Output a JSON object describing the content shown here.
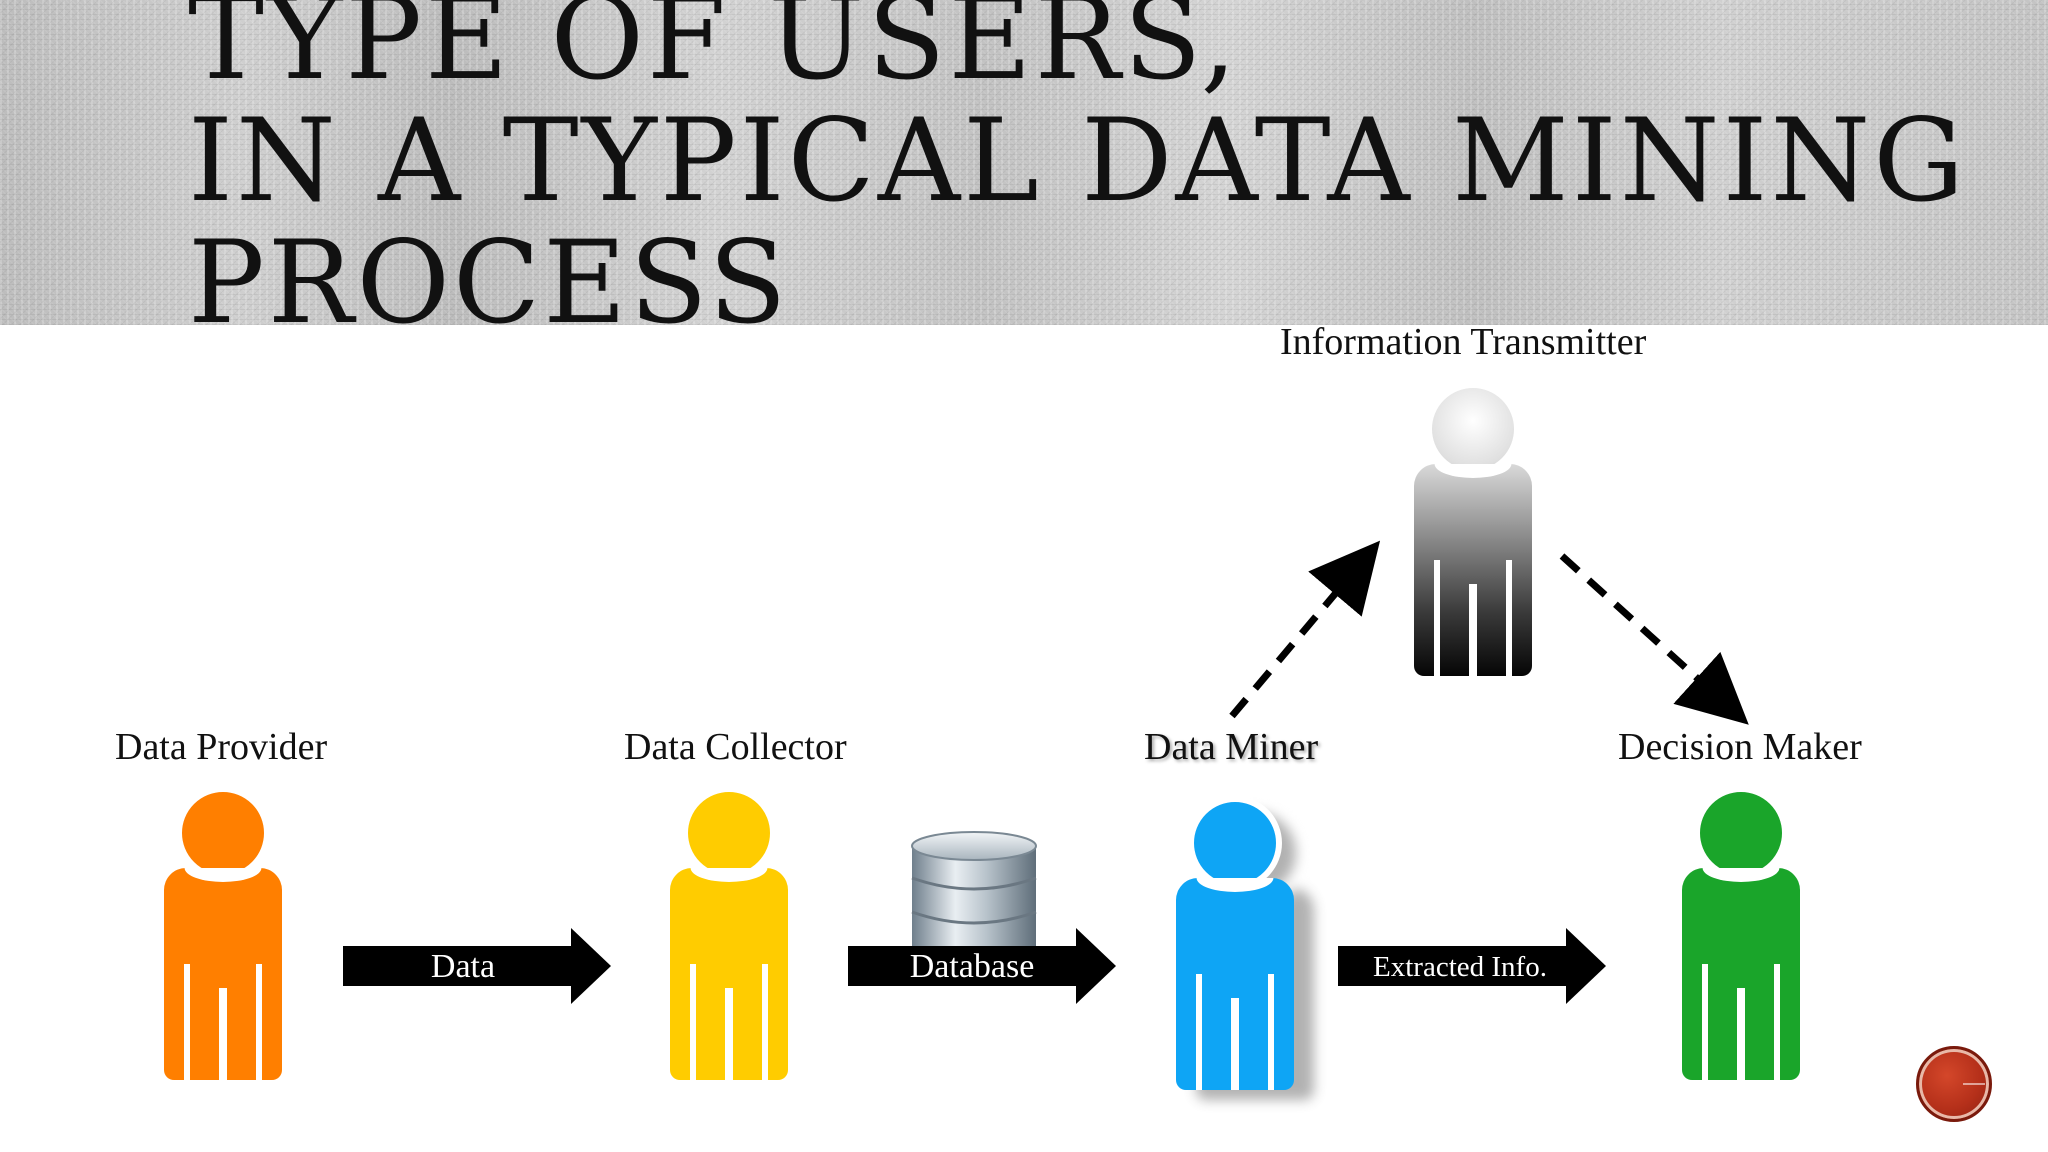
{
  "title": {
    "line1": "TYPE OF USERS,",
    "line2": "IN A TYPICAL DATA MINING",
    "line3": "PROCESS"
  },
  "roles": {
    "information_transmitter": "Information Transmitter",
    "data_provider": "Data Provider",
    "data_collector": "Data Collector",
    "data_miner": "Data Miner",
    "decision_maker": "Decision Maker"
  },
  "arrows": {
    "data": "Data",
    "database": "Database",
    "extracted_info": "Extracted Info."
  },
  "colors": {
    "data_provider": "#ff7f00",
    "data_collector": "#ffcc00",
    "data_miner": "#0ea5f5",
    "decision_maker": "#1aa52a",
    "information_transmitter": "gray-gradient"
  },
  "icons": {
    "database": "database-icon",
    "nav": "next-slide-button"
  }
}
